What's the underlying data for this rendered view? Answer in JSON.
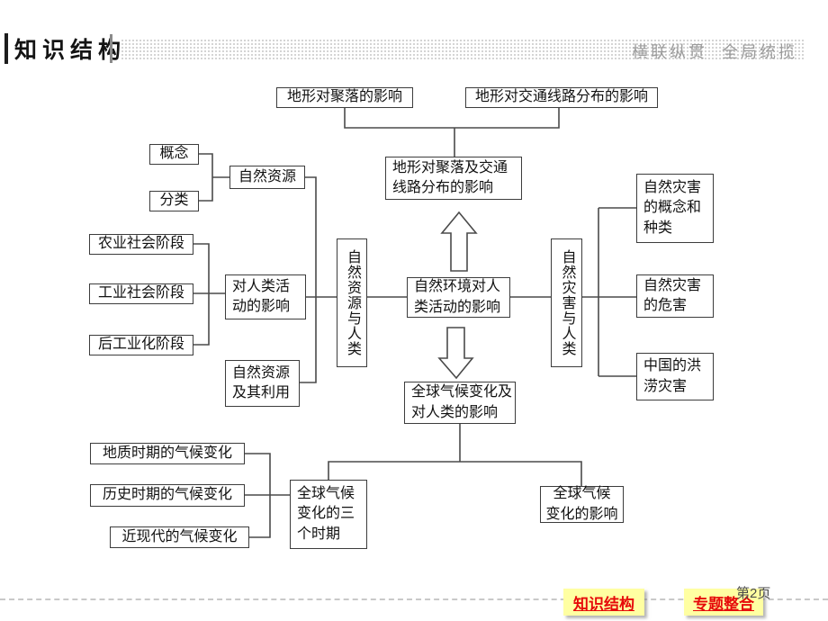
{
  "header": {
    "title": "知识结构",
    "slogan": "横联纵贯  全局统揽"
  },
  "diagram": {
    "nodes": {
      "settlement": {
        "text": "地形对聚落的影响"
      },
      "transport": {
        "text": "地形对交通线路分布的影响"
      },
      "terrain_combined": {
        "text": "地形对聚落及交通\n线路分布的影响"
      },
      "concept": {
        "text": "概念"
      },
      "classification": {
        "text": "分类"
      },
      "natural_resources": {
        "text": "自然资源"
      },
      "agri_stage": {
        "text": "农业社会阶段"
      },
      "industrial_stage": {
        "text": "工业社会阶段"
      },
      "postindustrial_stage": {
        "text": "后工业化阶段"
      },
      "human_activity_impact": {
        "text": "对人类活\n动的影响"
      },
      "resource_use": {
        "text": "自然资源\n及其利用"
      },
      "resources_human": {
        "text": "自然资源与人类"
      },
      "env_impact": {
        "text": "自然环境对人\n类活动的影响"
      },
      "disaster_human": {
        "text": "自然灾害与人类"
      },
      "disaster_concept": {
        "text": "自然灾害\n的概念和\n种类"
      },
      "disaster_harm": {
        "text": "自然灾害\n的危害"
      },
      "china_flood": {
        "text": "中国的洪\n涝灾害"
      },
      "climate_change": {
        "text": "全球气候变化及\n对人类的影响"
      },
      "geologic_climate": {
        "text": "地质时期的气候变化"
      },
      "historic_climate": {
        "text": "历史时期的气候变化"
      },
      "modern_climate": {
        "text": "近现代的气候变化"
      },
      "three_periods": {
        "text": "全球气候\n变化的三\n个时期"
      },
      "climate_impact": {
        "text": "全球气候\n变化的影响"
      }
    }
  },
  "footer": {
    "nav_buttons": [
      {
        "label": "知识结构"
      },
      {
        "label": "专题整合"
      }
    ],
    "page_number": "第2页"
  },
  "colors": {
    "button_bg": "#ffffa2",
    "button_text": "#e60a0a",
    "box_border": "#3c3c3c",
    "connector": "#4a4a4a",
    "slogan_text": "#9b9b9b"
  }
}
